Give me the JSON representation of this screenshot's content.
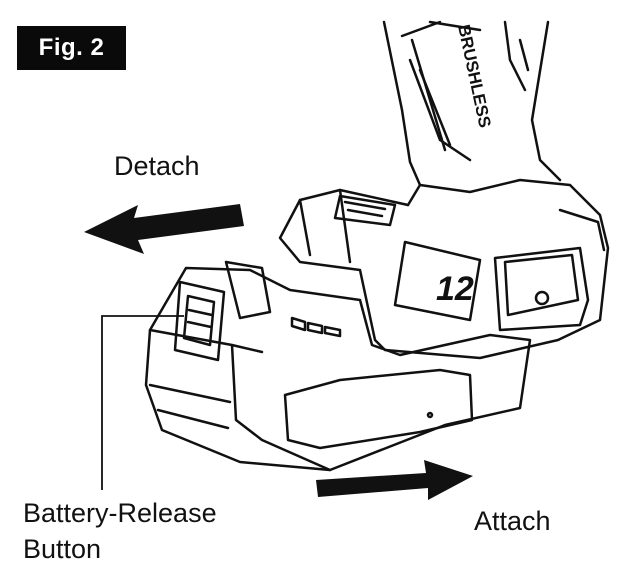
{
  "figure": {
    "label": "Fig. 2"
  },
  "labels": {
    "detach": "Detach",
    "attach": "Attach",
    "release_line1": "Battery-Release",
    "release_line2": "Button"
  },
  "tool_markings": {
    "brand_text": "BRUSHLESS",
    "voltage": "12"
  }
}
